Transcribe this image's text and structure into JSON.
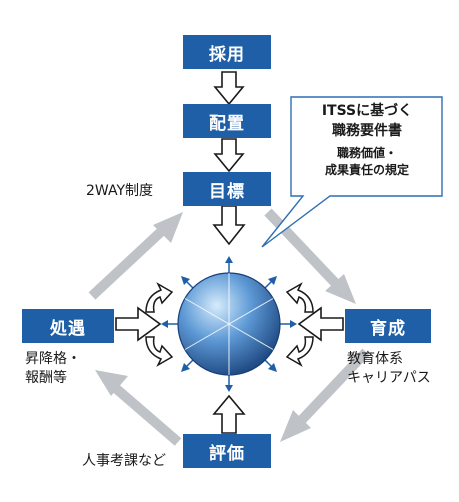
{
  "colors": {
    "box": "#1f5fa8",
    "cycle_arrow": "#bfc2c6",
    "callout_border": "#2f6fb2",
    "hub_dark": "#1c4f8f",
    "hub_light": "#9cc8ee"
  },
  "boxes": {
    "recruit": "採用",
    "placement": "配置",
    "goal": "目標",
    "treatment": "処遇",
    "development": "育成",
    "evaluation": "評価"
  },
  "notes": {
    "two_way": "2WAY制度",
    "treatment_line1": "昇降格・",
    "treatment_line2": "報酬等",
    "development_line1": "教育体系",
    "development_line2": "キャリアパス",
    "evaluation": "人事考課など"
  },
  "callout": {
    "title_line1": "ITSSに基づく",
    "title_line2": "職務要件書",
    "sub_line1": "職務価値・",
    "sub_line2": "成果責任の規定"
  }
}
